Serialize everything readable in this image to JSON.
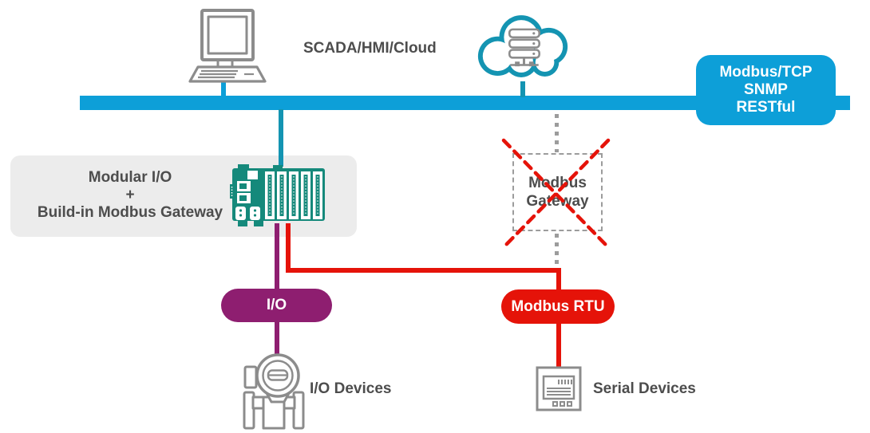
{
  "labels": {
    "scada": "SCADA/HMI/Cloud",
    "protocol_line1": "Modbus/TCP",
    "protocol_line2": "SNMP",
    "protocol_line3": "RESTful",
    "panel_line1": "Modular I/O",
    "panel_line2": "+",
    "panel_line3": "Build-in Modbus Gateway",
    "crossed_line1": "Modbus",
    "crossed_line2": "Gateway",
    "io_pill": "I/O",
    "modbus_rtu_pill": "Modbus RTU",
    "io_devices": "I/O Devices",
    "serial_devices": "Serial Devices"
  },
  "icons": {
    "computer": "desktop-computer-icon",
    "cloud": "cloud-servers-icon",
    "device": "modular-io-controller-icon",
    "flow_meter": "flow-meter-icon",
    "serial": "serial-device-icon",
    "cross": "red-x-icon"
  },
  "colors": {
    "bus_blue": "#0d9fd8",
    "teal": "#1494b2",
    "device_green": "#15897b",
    "purple": "#8e1e70",
    "red": "#e51309",
    "icon_gray": "#8c8c8c",
    "text_dark": "#4d4d4d",
    "panel_gray": "#ececec",
    "dash_gray": "#9c9c9c"
  }
}
